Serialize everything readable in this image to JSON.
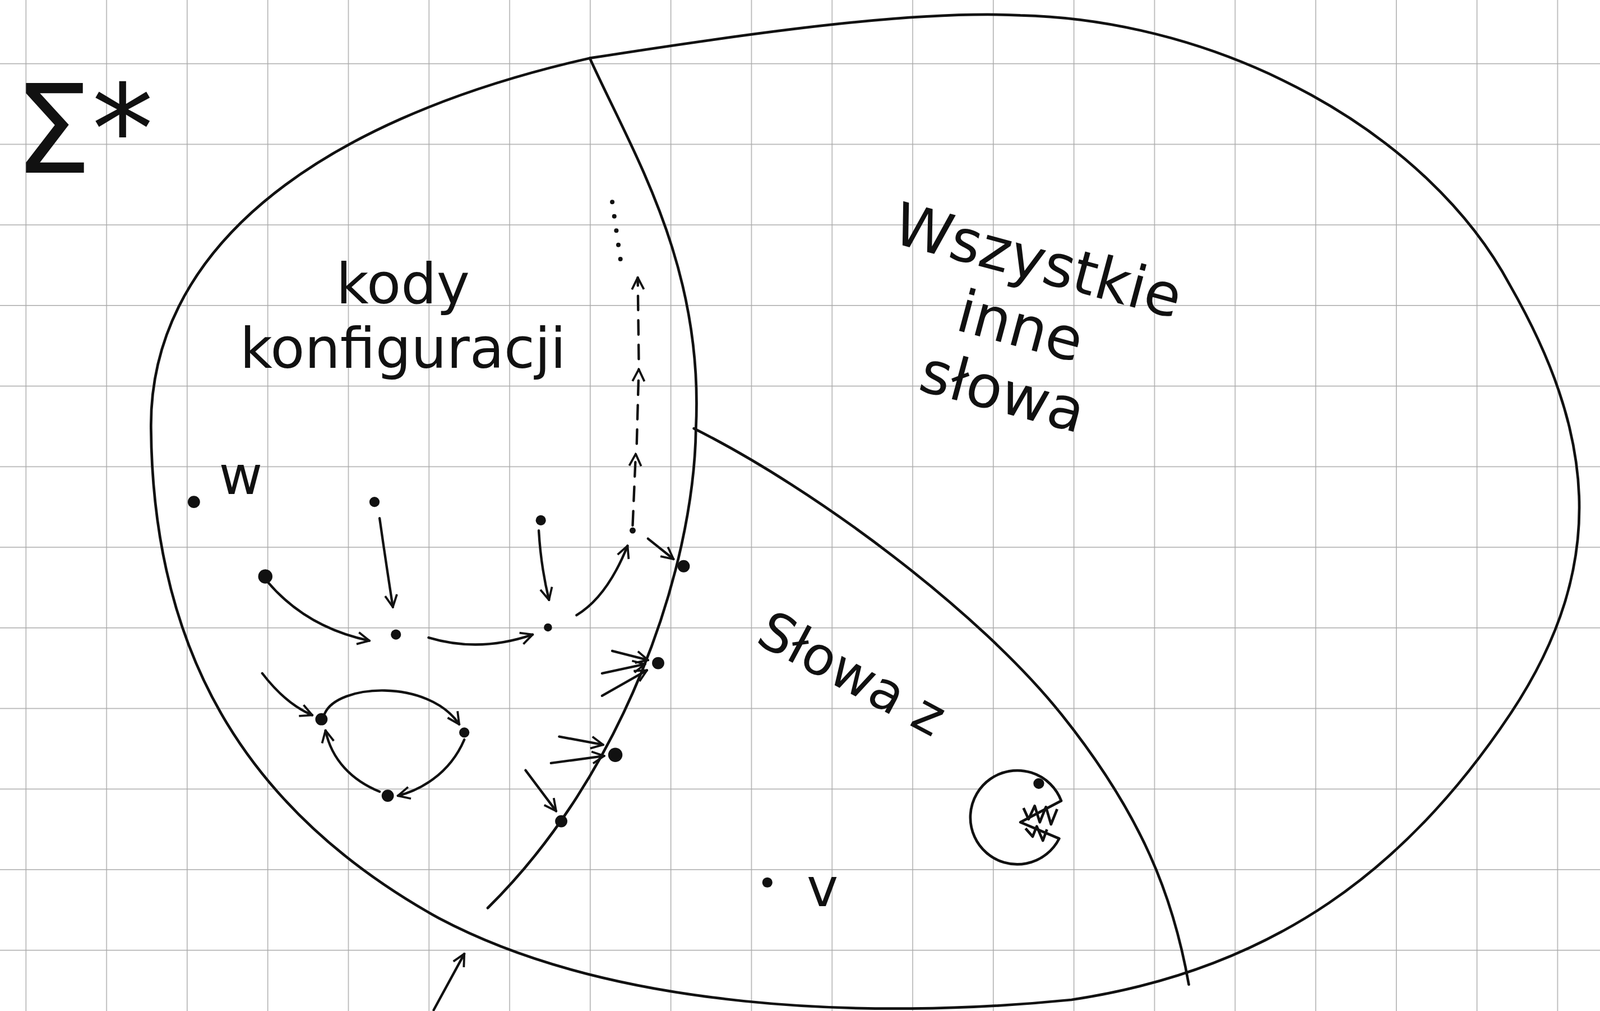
{
  "diagram": {
    "nodes": [
      {
        "text": [
          "Σ*"
        ]
      },
      {
        "text": [
          "kody konfiguracji"
        ],
        "in": 0
      },
      {
        "text": [
          "Wszystkie inne słowa"
        ],
        "in": 0
      },
      {
        "text": [
          "Słowa z"
        ],
        "in": 0
      }
    ],
    "labels": [
      "w",
      "v"
    ]
  }
}
